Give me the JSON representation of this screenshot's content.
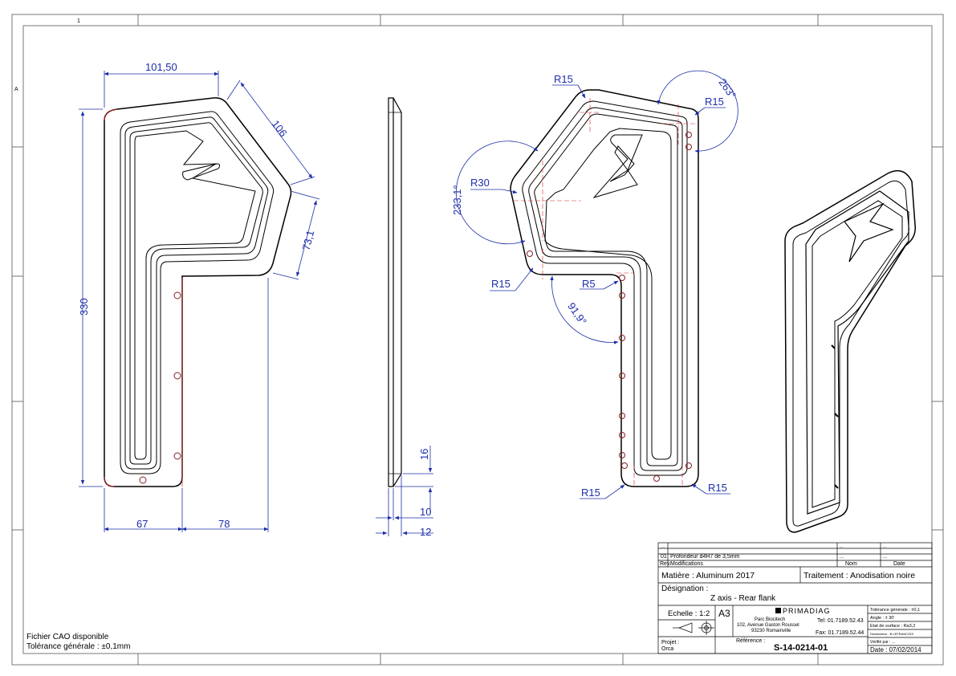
{
  "border": {
    "col_label": "1",
    "row_label": "A"
  },
  "dimensions": {
    "front": {
      "width_top": "101,50",
      "diag_106": "106",
      "diag_73": "73,1",
      "height": "330",
      "bottom_left": "67",
      "bottom_right": "78"
    },
    "side": {
      "d16": "16",
      "d10": "10",
      "d12": "12"
    },
    "detail": {
      "r15_top": "R15",
      "r15_topright": "R15",
      "angle_263": "263°",
      "r30": "R30",
      "angle_233": "233,1°",
      "r15_left": "R15",
      "r5": "R5",
      "angle_91": "91,9°",
      "r15_bottomleft": "R15",
      "r15_bottomright": "R15"
    }
  },
  "notes": {
    "line1": "Fichier CAO disponible",
    "line2": "Tolérance générale : ±0,1mm"
  },
  "title_block": {
    "rev_header": {
      "rev": "Rev.",
      "mods": "Modifications",
      "nom": "Nom",
      "date": "Date"
    },
    "rev_row": {
      "rev": "01",
      "mod": "Profondeur d4H7 de 3,5mm",
      "nom": "...",
      "date": "..."
    },
    "dots": "...",
    "material": "Matière : Aluminum 2017",
    "treatment": "Traitement : Anodisation noire",
    "designation_label": "Désignation :",
    "designation": "Z axis - Rear flank",
    "scale": "Echelle : 1:2",
    "format": "A3",
    "company": "PRIMADIAG",
    "address1": "Parc Biocitech",
    "address2": "102, Avenue Gaston Roussel",
    "address3": "93230 Romainville",
    "tel": "Tel: 01.7189.52.43",
    "fax": "Fax: 01.7189.52.44",
    "projet_label": "Projet :",
    "projet": "Orca",
    "ref_label": "Référence :",
    "reference": "S-14-0214-01",
    "tol": "Tolérance générale : ±0,1",
    "angle": "Angle : ± 30'",
    "surface": "Etat de surface : Ra3,2",
    "designer": "Dessinateur : B.LEFRANCOIS",
    "verifie": "Vérifié par : ...",
    "date": "Date : 07/02/2014"
  }
}
